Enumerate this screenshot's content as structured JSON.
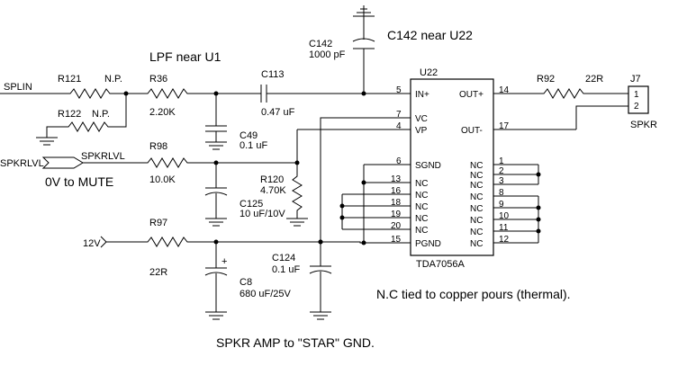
{
  "title": "LPF near U1",
  "cap_note": "C142 near U22",
  "mute_note": "0V to MUTE",
  "nc_note": "N.C tied to copper pours (thermal).",
  "gnd_note": "SPKR AMP to \"STAR\" GND.",
  "nets": {
    "splin": "SPLIN",
    "spkrlvl": "SPKRLVL",
    "spkrlvl_port": "SPKRLVL",
    "v12": "12V"
  },
  "components": {
    "r121": {
      "ref": "R121",
      "value": "N.P."
    },
    "r122": {
      "ref": "R122",
      "value": "N.P."
    },
    "r36": {
      "ref": "R36",
      "value": "2.20K"
    },
    "r98": {
      "ref": "R98",
      "value": "10.0K"
    },
    "r97": {
      "ref": "R97",
      "value": "22R"
    },
    "r120": {
      "ref": "R120",
      "value": "4.70K"
    },
    "r92": {
      "ref": "R92",
      "value": "22R"
    },
    "c113": {
      "ref": "C113",
      "value": "0.47 uF"
    },
    "c49": {
      "ref": "C49",
      "value": "0.1 uF"
    },
    "c125": {
      "ref": "C125",
      "value": "10 uF/10V"
    },
    "c8": {
      "ref": "C8",
      "value": "680 uF/25V",
      "plus": "+"
    },
    "c124": {
      "ref": "C124",
      "value": "0.1 uF"
    },
    "c142": {
      "ref": "C142",
      "value": "1000 pF"
    }
  },
  "ic": {
    "ref": "U22",
    "part": "TDA7056A",
    "left_pins": [
      {
        "num": "5",
        "name": "IN+"
      },
      {
        "num": "7",
        "name": "VC"
      },
      {
        "num": "4",
        "name": "VP"
      },
      {
        "num": "6",
        "name": "SGND"
      },
      {
        "num": "13",
        "name": "NC"
      },
      {
        "num": "16",
        "name": "NC"
      },
      {
        "num": "18",
        "name": "NC"
      },
      {
        "num": "19",
        "name": "NC"
      },
      {
        "num": "20",
        "name": "NC"
      },
      {
        "num": "15",
        "name": "PGND"
      }
    ],
    "right_pins": [
      {
        "num": "14",
        "name": "OUT+"
      },
      {
        "num": "17",
        "name": "OUT-"
      },
      {
        "num": "1",
        "name": "NC"
      },
      {
        "num": "2",
        "name": "NC"
      },
      {
        "num": "3",
        "name": "NC"
      },
      {
        "num": "8",
        "name": "NC"
      },
      {
        "num": "9",
        "name": "NC"
      },
      {
        "num": "10",
        "name": "NC"
      },
      {
        "num": "11",
        "name": "NC"
      },
      {
        "num": "12",
        "name": "NC"
      }
    ]
  },
  "connector": {
    "ref": "J7",
    "name": "SPKR",
    "pins": [
      "1",
      "2"
    ]
  }
}
